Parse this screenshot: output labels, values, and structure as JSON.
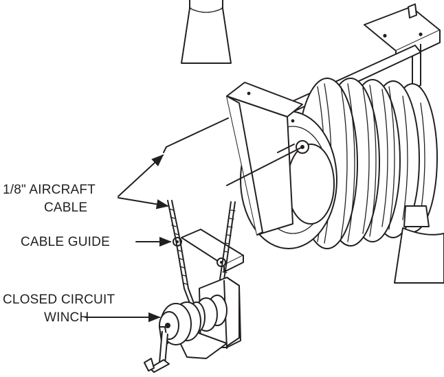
{
  "labels": {
    "aircraft_cable_line1": "1/8\" AIRCRAFT",
    "aircraft_cable_line2": "CABLE",
    "cable_guide": "CABLE GUIDE",
    "winch_line1": "CLOSED CIRCUIT",
    "winch_line2": "WINCH"
  },
  "colors": {
    "line": "#231f20",
    "background": "#ffffff",
    "shade": "#bdbdbd"
  }
}
